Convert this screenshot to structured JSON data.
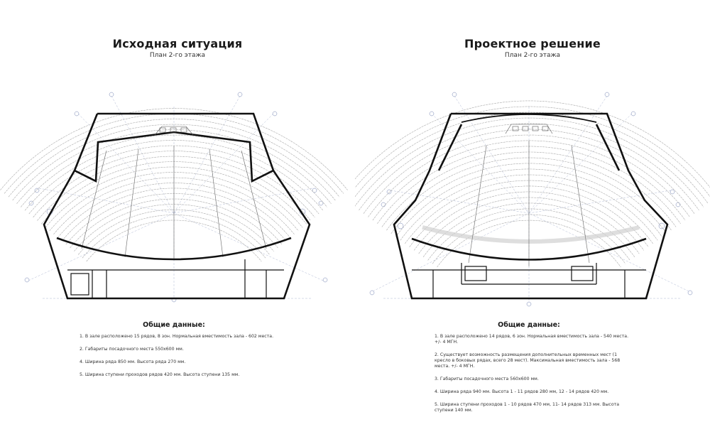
{
  "left": {
    "title": "Исходная ситуация",
    "subtitle": "План 2-го этажа",
    "notes_heading": "Общие данные:",
    "notes": [
      "1. В зале расположено 15 рядов, 8 зон. Нормальная вместимость зала - 602 места.",
      "2. Габариты посадочного места 550х600 мм.",
      "4. Ширина ряда 850 мм. Высота ряда 270 мм.",
      "5. Ширина ступени проходов рядов 420 мм. Высота ступени 135 мм."
    ]
  },
  "right": {
    "title": "Проектное решение",
    "subtitle": "План 2-го этажа",
    "notes_heading": "Общие данные:",
    "notes": [
      "1. В зале расположено 14 рядов, 6 зон. Нормальная вместимость зала - 540 места. +/- 4 МГН.",
      "2. Существует возможность размещения дополнительных временных мест (1 кресло в боковых рядах, всего 28 мест). Максимальная вместимость зала - 568 места. +/- 4 МГН.",
      "3. Габариты посадочного места 560х600 мм.",
      "4. Ширина ряда 940 мм. Высота 1 - 11 рядов 280 мм, 12 - 14 рядов 420 мм.",
      "5. Ширина ступени проходов 1 - 10 рядов 470 мм, 11- 14 рядов 313 мм. Высота ступени 140 мм."
    ]
  }
}
